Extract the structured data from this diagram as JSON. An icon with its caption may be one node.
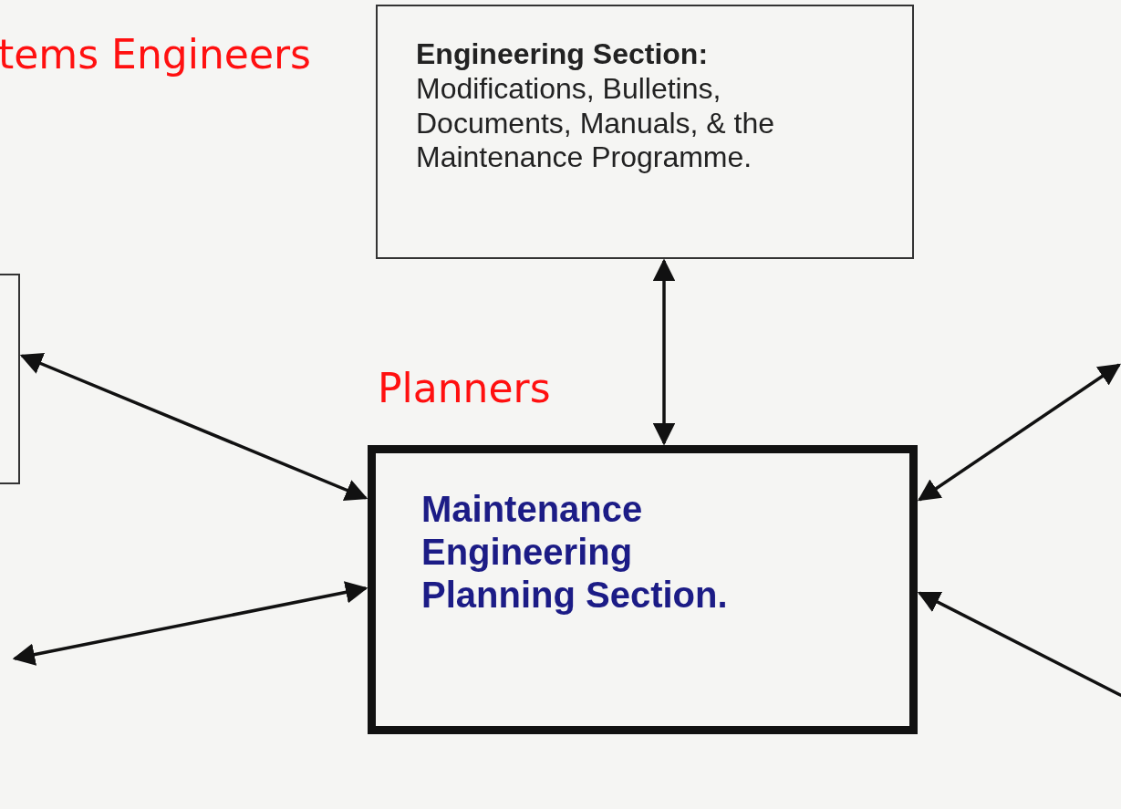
{
  "diagram": {
    "nodes": [
      {
        "text": [
          "Engineering Section:",
          "Modifications, Bulletins, Documents, Manuals, & the Maintenance Programme."
        ]
      },
      {
        "text": [],
        "shape": "box"
      },
      {
        "text": [
          "Maintenance Engineering Planning Section."
        ]
      }
    ],
    "edges": [
      {
        "from": 0,
        "to": 2,
        "arrow": "both"
      },
      {
        "from": 1,
        "to": 2,
        "arrow": "both"
      },
      {
        "from": null,
        "to": 2,
        "arrow": "both"
      },
      {
        "from": null,
        "to": 2,
        "arrow": "both"
      },
      {
        "from": null,
        "to": 2,
        "arrow": "to"
      }
    ],
    "labels": [
      "tems Engineers",
      "Planners"
    ]
  }
}
